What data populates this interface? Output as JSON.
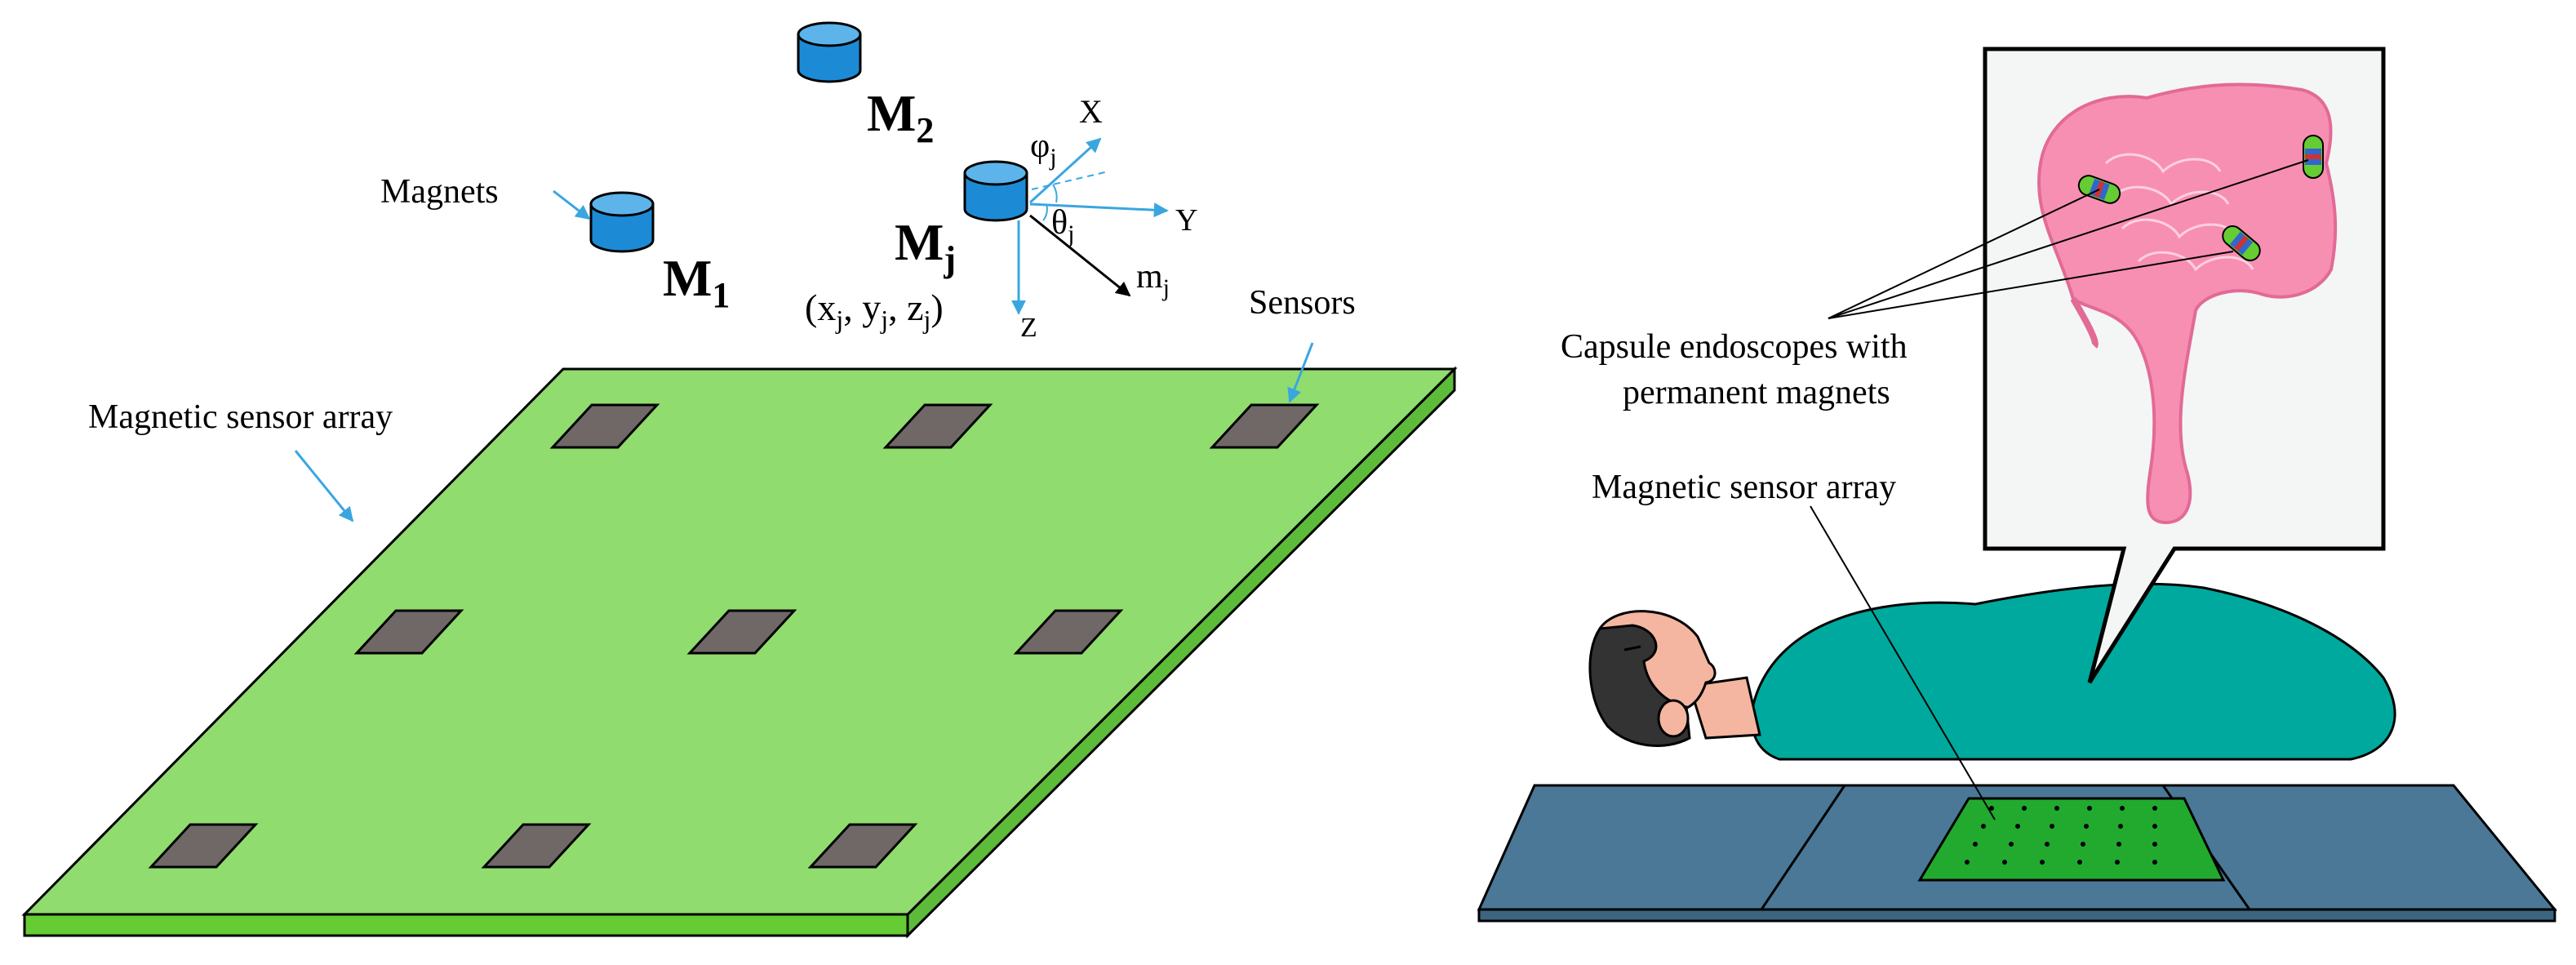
{
  "left_panel": {
    "magnets_label": "Magnets",
    "sensor_array_label": "Magnetic sensor array",
    "sensors_label": "Sensors",
    "magnets": [
      {
        "name": "M",
        "sub": "1"
      },
      {
        "name": "M",
        "sub": "2"
      },
      {
        "name": "M",
        "sub": "j"
      }
    ],
    "coords": {
      "x": "x",
      "y": "y",
      "z": "z",
      "sub": "j"
    },
    "axes": {
      "x": "X",
      "y": "Y",
      "z": "Z"
    },
    "angles": {
      "phi": "φ",
      "theta": "θ",
      "sub": "j"
    },
    "moment": {
      "m": "m",
      "sub": "j"
    }
  },
  "right_panel": {
    "capsule_label_line1": "Capsule endoscopes with",
    "capsule_label_line2": "permanent magnets",
    "sensor_array_label": "Magnetic sensor array"
  },
  "colors": {
    "board_top": "#90dc6e",
    "board_edge": "#5dbb3a",
    "sensor": "#6f6866",
    "magnet": "#1d8ad6",
    "arrow": "#3aa6e0",
    "colon": "#f78fb3",
    "blanket": "#00a99d",
    "bed": "#4a7896",
    "skin": "#f4b6a0",
    "hair": "#333333"
  }
}
